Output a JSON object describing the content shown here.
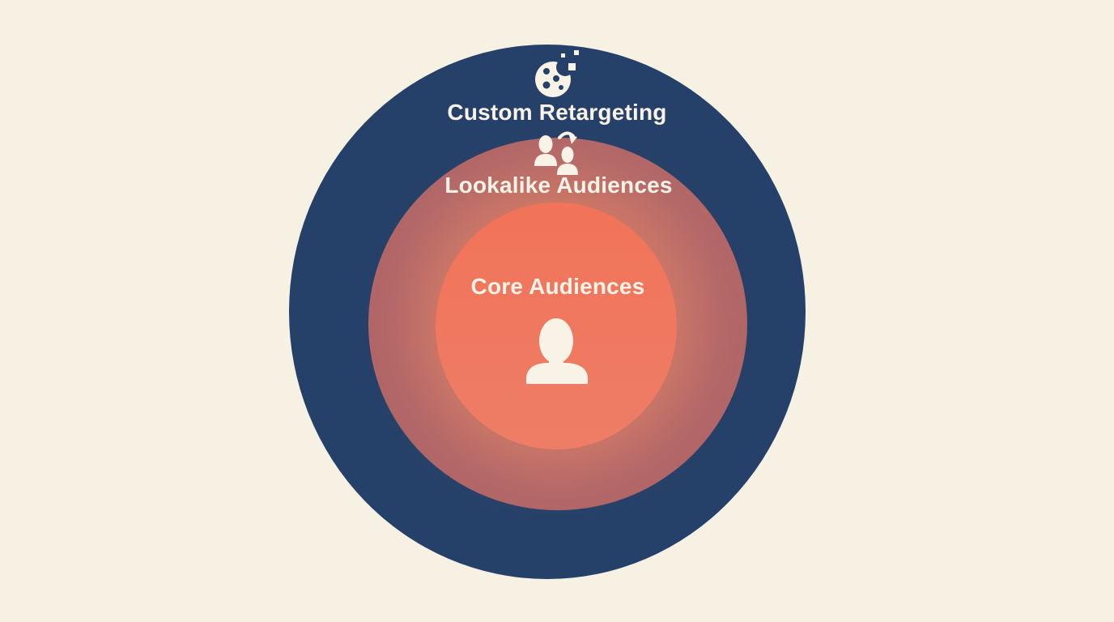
{
  "page": {
    "background_color": "#f7f1e4",
    "text_color": "#f9f3e7"
  },
  "diagram": {
    "type": "concentric-circles",
    "rings": [
      {
        "label": "Custom Retargeting",
        "icon": "cookie-icon",
        "color": "#264169",
        "level": "outer"
      },
      {
        "label": "Lookalike Audiences",
        "icon": "people-transfer-icon",
        "color": "#b26769",
        "level": "middle"
      },
      {
        "label": "Core Audiences",
        "icon": "person-icon",
        "color": "#f0775f",
        "level": "inner"
      }
    ]
  }
}
